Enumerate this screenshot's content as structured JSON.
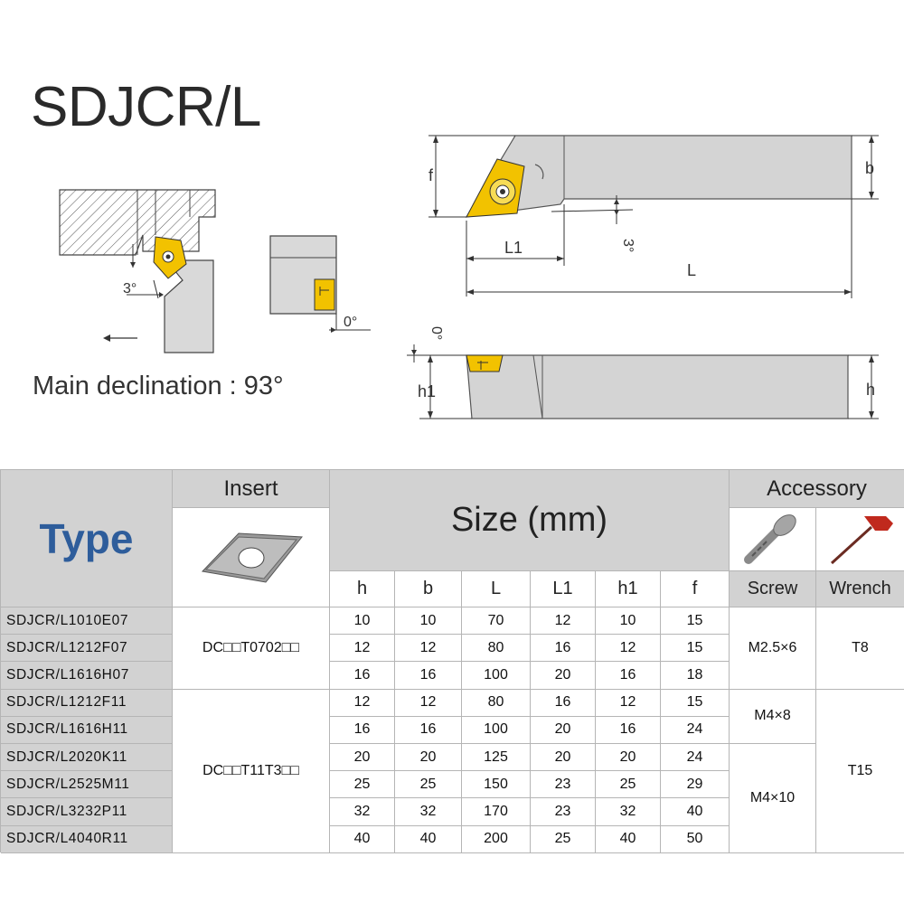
{
  "header": {
    "title": "SDJCR/L",
    "declination": "Main declination : 93°"
  },
  "diagram": {
    "labels": {
      "angle_3": "3°",
      "angle_0": "0°",
      "f": "f",
      "b": "b",
      "L1": "L1",
      "L": "L",
      "h1": "h1",
      "h": "h"
    }
  },
  "table": {
    "type_header": "Type",
    "insert_header": "Insert",
    "size_header": "Size (mm)",
    "accessory_header": "Accessory",
    "screw_header": "Screw",
    "wrench_header": "Wrench",
    "columns": [
      "h",
      "b",
      "L",
      "L1",
      "h1",
      "f"
    ],
    "rows": [
      {
        "type": "SDJCR/L1010E07",
        "values": [
          "10",
          "10",
          "70",
          "12",
          "10",
          "15"
        ]
      },
      {
        "type": "SDJCR/L1212F07",
        "values": [
          "12",
          "12",
          "80",
          "16",
          "12",
          "15"
        ]
      },
      {
        "type": "SDJCR/L1616H07",
        "values": [
          "16",
          "16",
          "100",
          "20",
          "16",
          "18"
        ]
      },
      {
        "type": "SDJCR/L1212F11",
        "values": [
          "12",
          "12",
          "80",
          "16",
          "12",
          "15"
        ]
      },
      {
        "type": "SDJCR/L1616H11",
        "values": [
          "16",
          "16",
          "100",
          "20",
          "16",
          "24"
        ]
      },
      {
        "type": "SDJCR/L2020K11",
        "values": [
          "20",
          "20",
          "125",
          "20",
          "20",
          "24"
        ]
      },
      {
        "type": "SDJCR/L2525M11",
        "values": [
          "25",
          "25",
          "150",
          "23",
          "25",
          "29"
        ]
      },
      {
        "type": "SDJCR/L3232P11",
        "values": [
          "32",
          "32",
          "170",
          "23",
          "32",
          "40"
        ]
      },
      {
        "type": "SDJCR/L4040R11",
        "values": [
          "40",
          "40",
          "200",
          "25",
          "40",
          "50"
        ]
      }
    ],
    "inserts": [
      "DC□□T0702□□",
      "DC□□T11T3□□"
    ],
    "screws": [
      "M2.5×6",
      "M4×8",
      "M4×10"
    ],
    "wrenches": [
      "T8",
      "T15"
    ]
  },
  "colors": {
    "header_gray": "#d2d2d2",
    "type_blue": "#2e5d9b",
    "insert_yellow": "#f2c200",
    "wrench_red": "#c0291d"
  }
}
